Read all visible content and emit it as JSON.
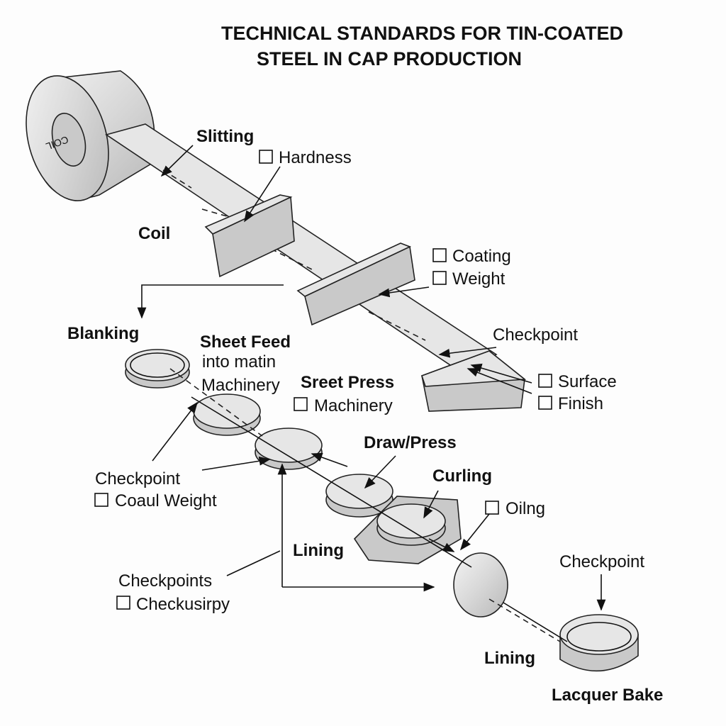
{
  "title": {
    "line1": "TECHNICAL STANDARDS FOR TIN-COATED",
    "line2": "STEEL IN CAP PRODUCTION"
  },
  "coil": {
    "drum_text": "COIL",
    "label": "Coil"
  },
  "labels": {
    "slitting": "Slitting",
    "hardness": "Hardness",
    "coating": "Coating",
    "weight": "Weight",
    "checkpoint_top": "Checkpoint",
    "surface": "Surface",
    "finish": "Finish",
    "blanking": "Blanking",
    "sheet_feed_1": "Sheet Feed",
    "sheet_feed_2": "into matin",
    "sheet_feed_3": "Machinery",
    "sreet_press": "Sreet Press",
    "machinery": "Machinery",
    "draw_press": "Draw/Press",
    "curling": "Curling",
    "oiling": "Oilng",
    "checkpoint_left": "Checkpoint",
    "coaul_weight": "Coaul Weight",
    "lining_mid": "Lining",
    "checkpoints": "Checkpoints",
    "checkusirpy": "Checkusirpy",
    "checkpoint_right": "Checkpoint",
    "lining_bottom": "Lining",
    "lacquer_bake": "Lacquer Bake"
  }
}
